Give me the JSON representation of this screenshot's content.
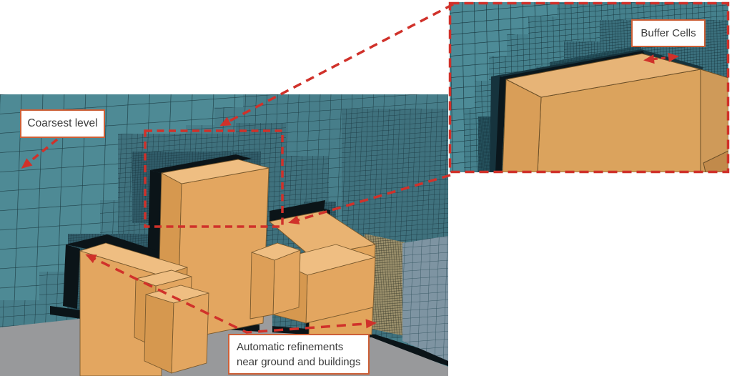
{
  "figure": {
    "name": "mesh-refinement-figure",
    "annotation_color": "#d0312a",
    "label_border_color": "#cd5f36",
    "label_text_color": "#3d3d3d",
    "mesh_color": "#4e8a95",
    "mesh_line_color": "#1d3e46",
    "dark_refined_color": "#16333d",
    "building_front_color": "#e3a660",
    "building_top_color": "#efbe82",
    "building_side_color": "#d6984f",
    "ground_color": "#98999b"
  },
  "labels": {
    "coarsest_level": "Coarsest level",
    "buffer_cells": "Buffer Cells",
    "auto_refinements_line1": "Automatic refinements",
    "auto_refinements_line2": "near ground and buildings"
  }
}
